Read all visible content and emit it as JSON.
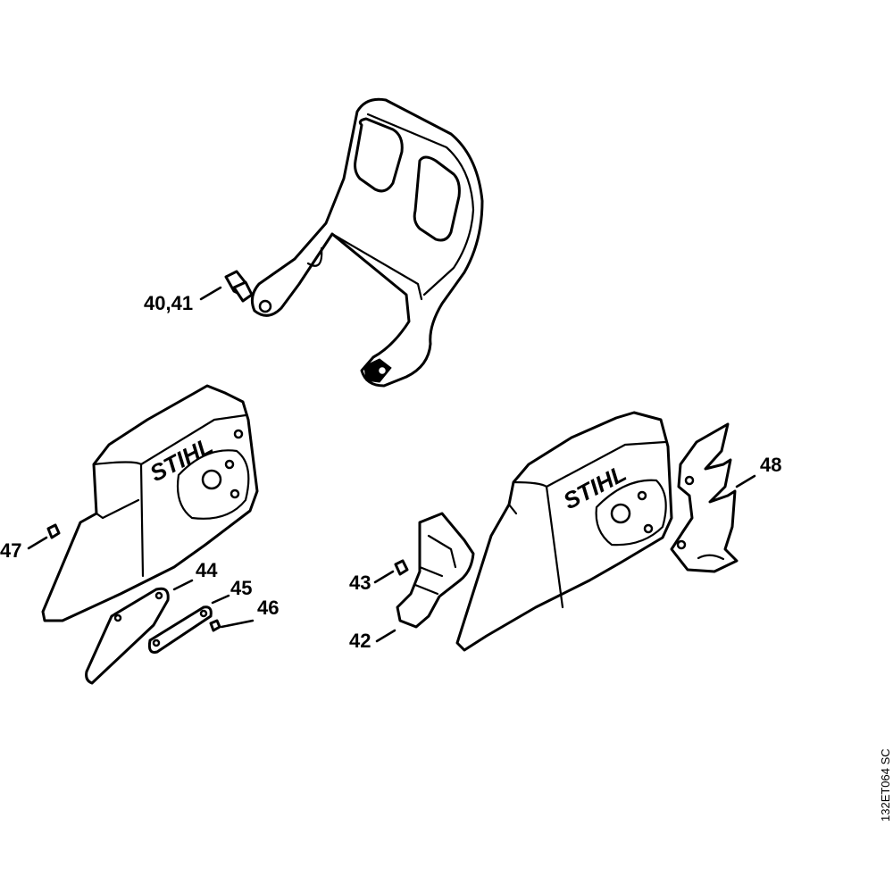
{
  "brand_text": "STIHL",
  "drawing_ref": "132ET064 SC",
  "callouts": {
    "c40_41": "40,41",
    "c42": "42",
    "c43": "43",
    "c44": "44",
    "c45": "45",
    "c46": "46",
    "c47": "47",
    "c48": "48"
  },
  "colors": {
    "line": "#000000",
    "background": "#ffffff"
  }
}
